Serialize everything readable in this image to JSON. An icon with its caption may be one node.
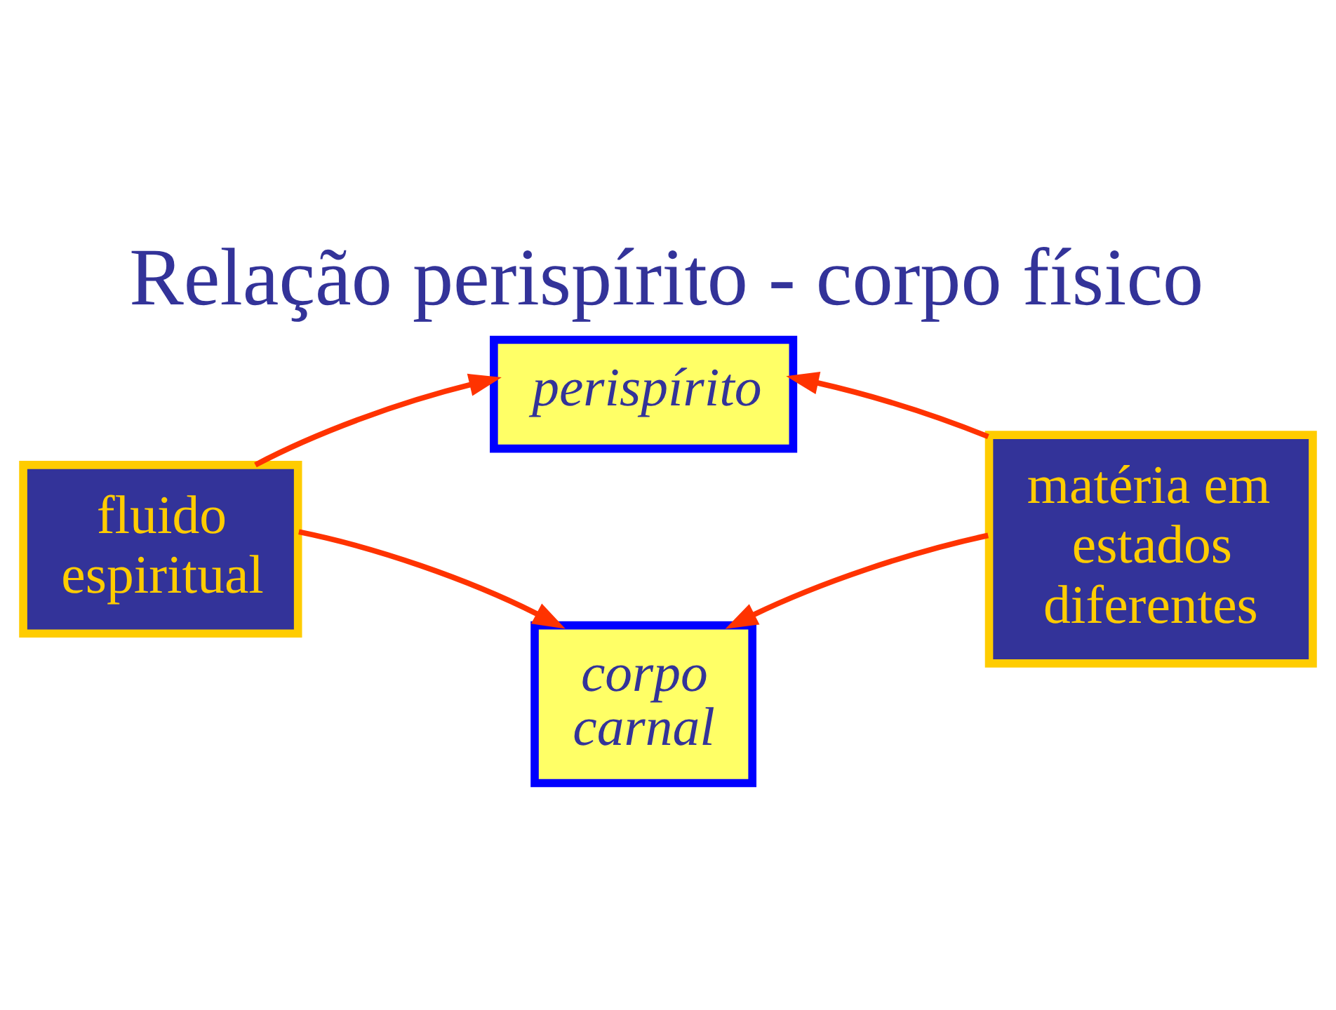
{
  "diagram": {
    "title": "Relação perispírito - corpo físico",
    "nodes": [
      {
        "text": [
          "perispírito"
        ]
      },
      {
        "text": [
          "fluido espiritual"
        ]
      },
      {
        "text": [
          "matéria em estados diferentes"
        ]
      },
      {
        "text": [
          "corpo carnal"
        ]
      }
    ],
    "edges": [
      {
        "from": 1,
        "to": 0,
        "arrow": "to"
      },
      {
        "from": 1,
        "to": 3,
        "arrow": "to"
      },
      {
        "from": 2,
        "to": 0,
        "arrow": "to"
      },
      {
        "from": 2,
        "to": 3,
        "arrow": "to"
      }
    ]
  }
}
